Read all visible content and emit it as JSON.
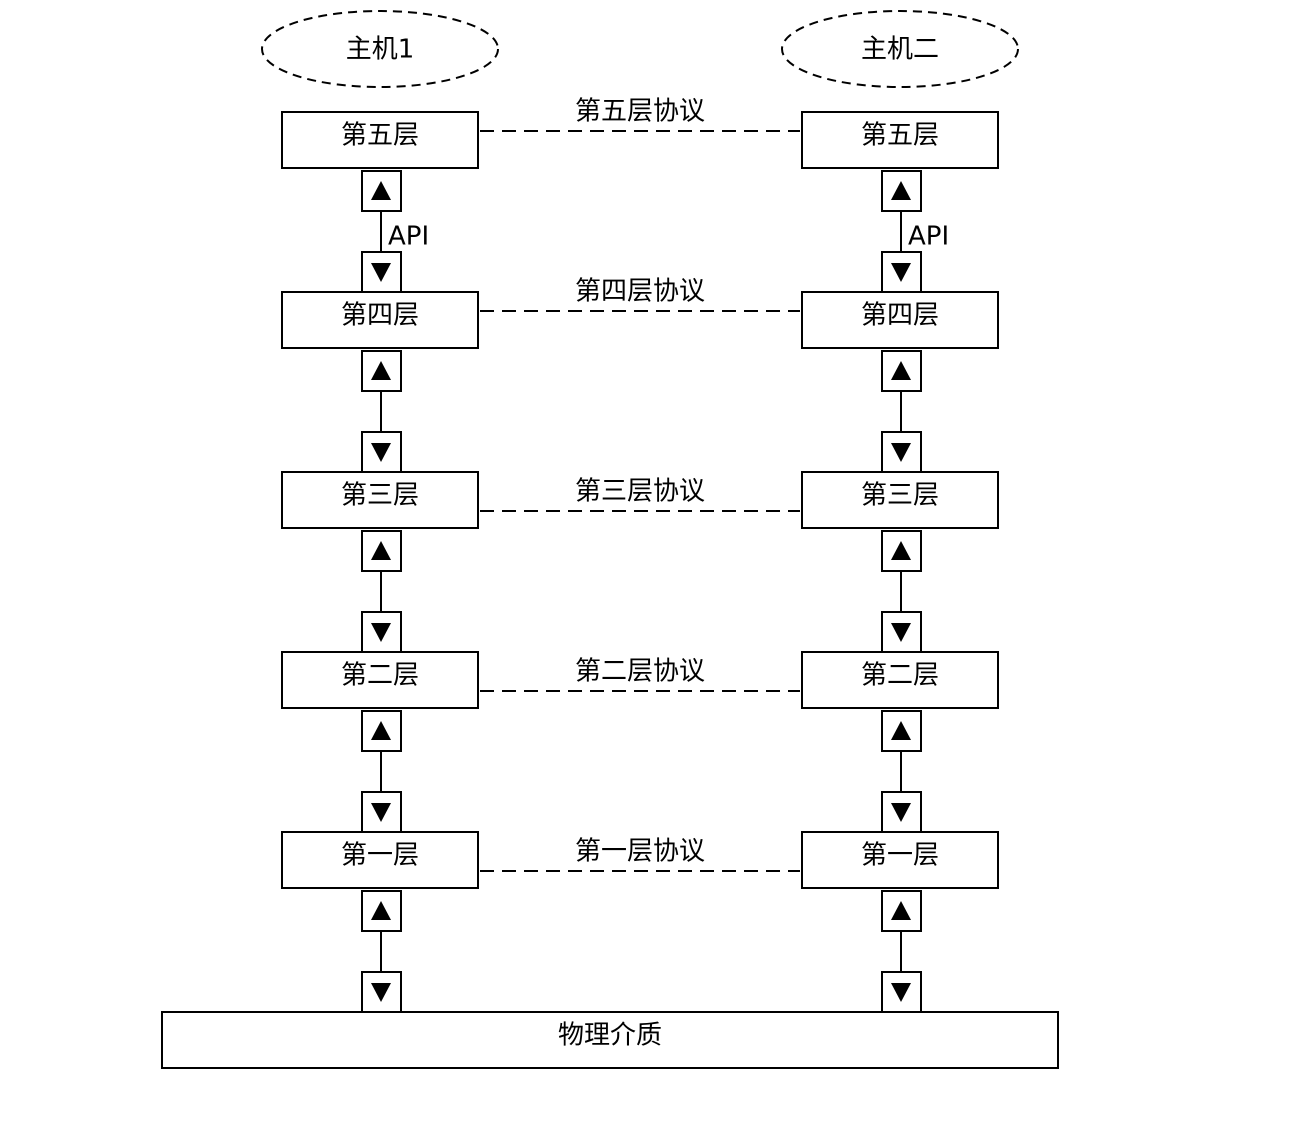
{
  "hosts": [
    "主机1",
    "主机二"
  ],
  "layers": [
    "第五层",
    "第四层",
    "第三层",
    "第二层",
    "第一层"
  ],
  "protocols": [
    "第五层协议",
    "第四层协议",
    "第三层协议",
    "第二层协议",
    "第一层协议"
  ],
  "api_label": "API",
  "physical_medium": "物理介质"
}
